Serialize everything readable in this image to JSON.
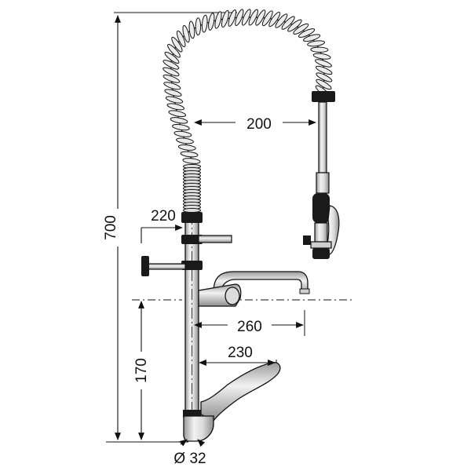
{
  "dimensions": {
    "height_total": "700",
    "spray_reach": "200",
    "side_bracket": "220",
    "spout_reach": "260",
    "lever_reach": "230",
    "mount_height": "170",
    "pipe_diameter": "Ø 32"
  },
  "colors": {
    "line": "#111111",
    "paper": "#ffffff",
    "metal_light": "#e6e6e6",
    "metal_mid": "#bdbdbd",
    "rubber": "#1a1a1a"
  }
}
